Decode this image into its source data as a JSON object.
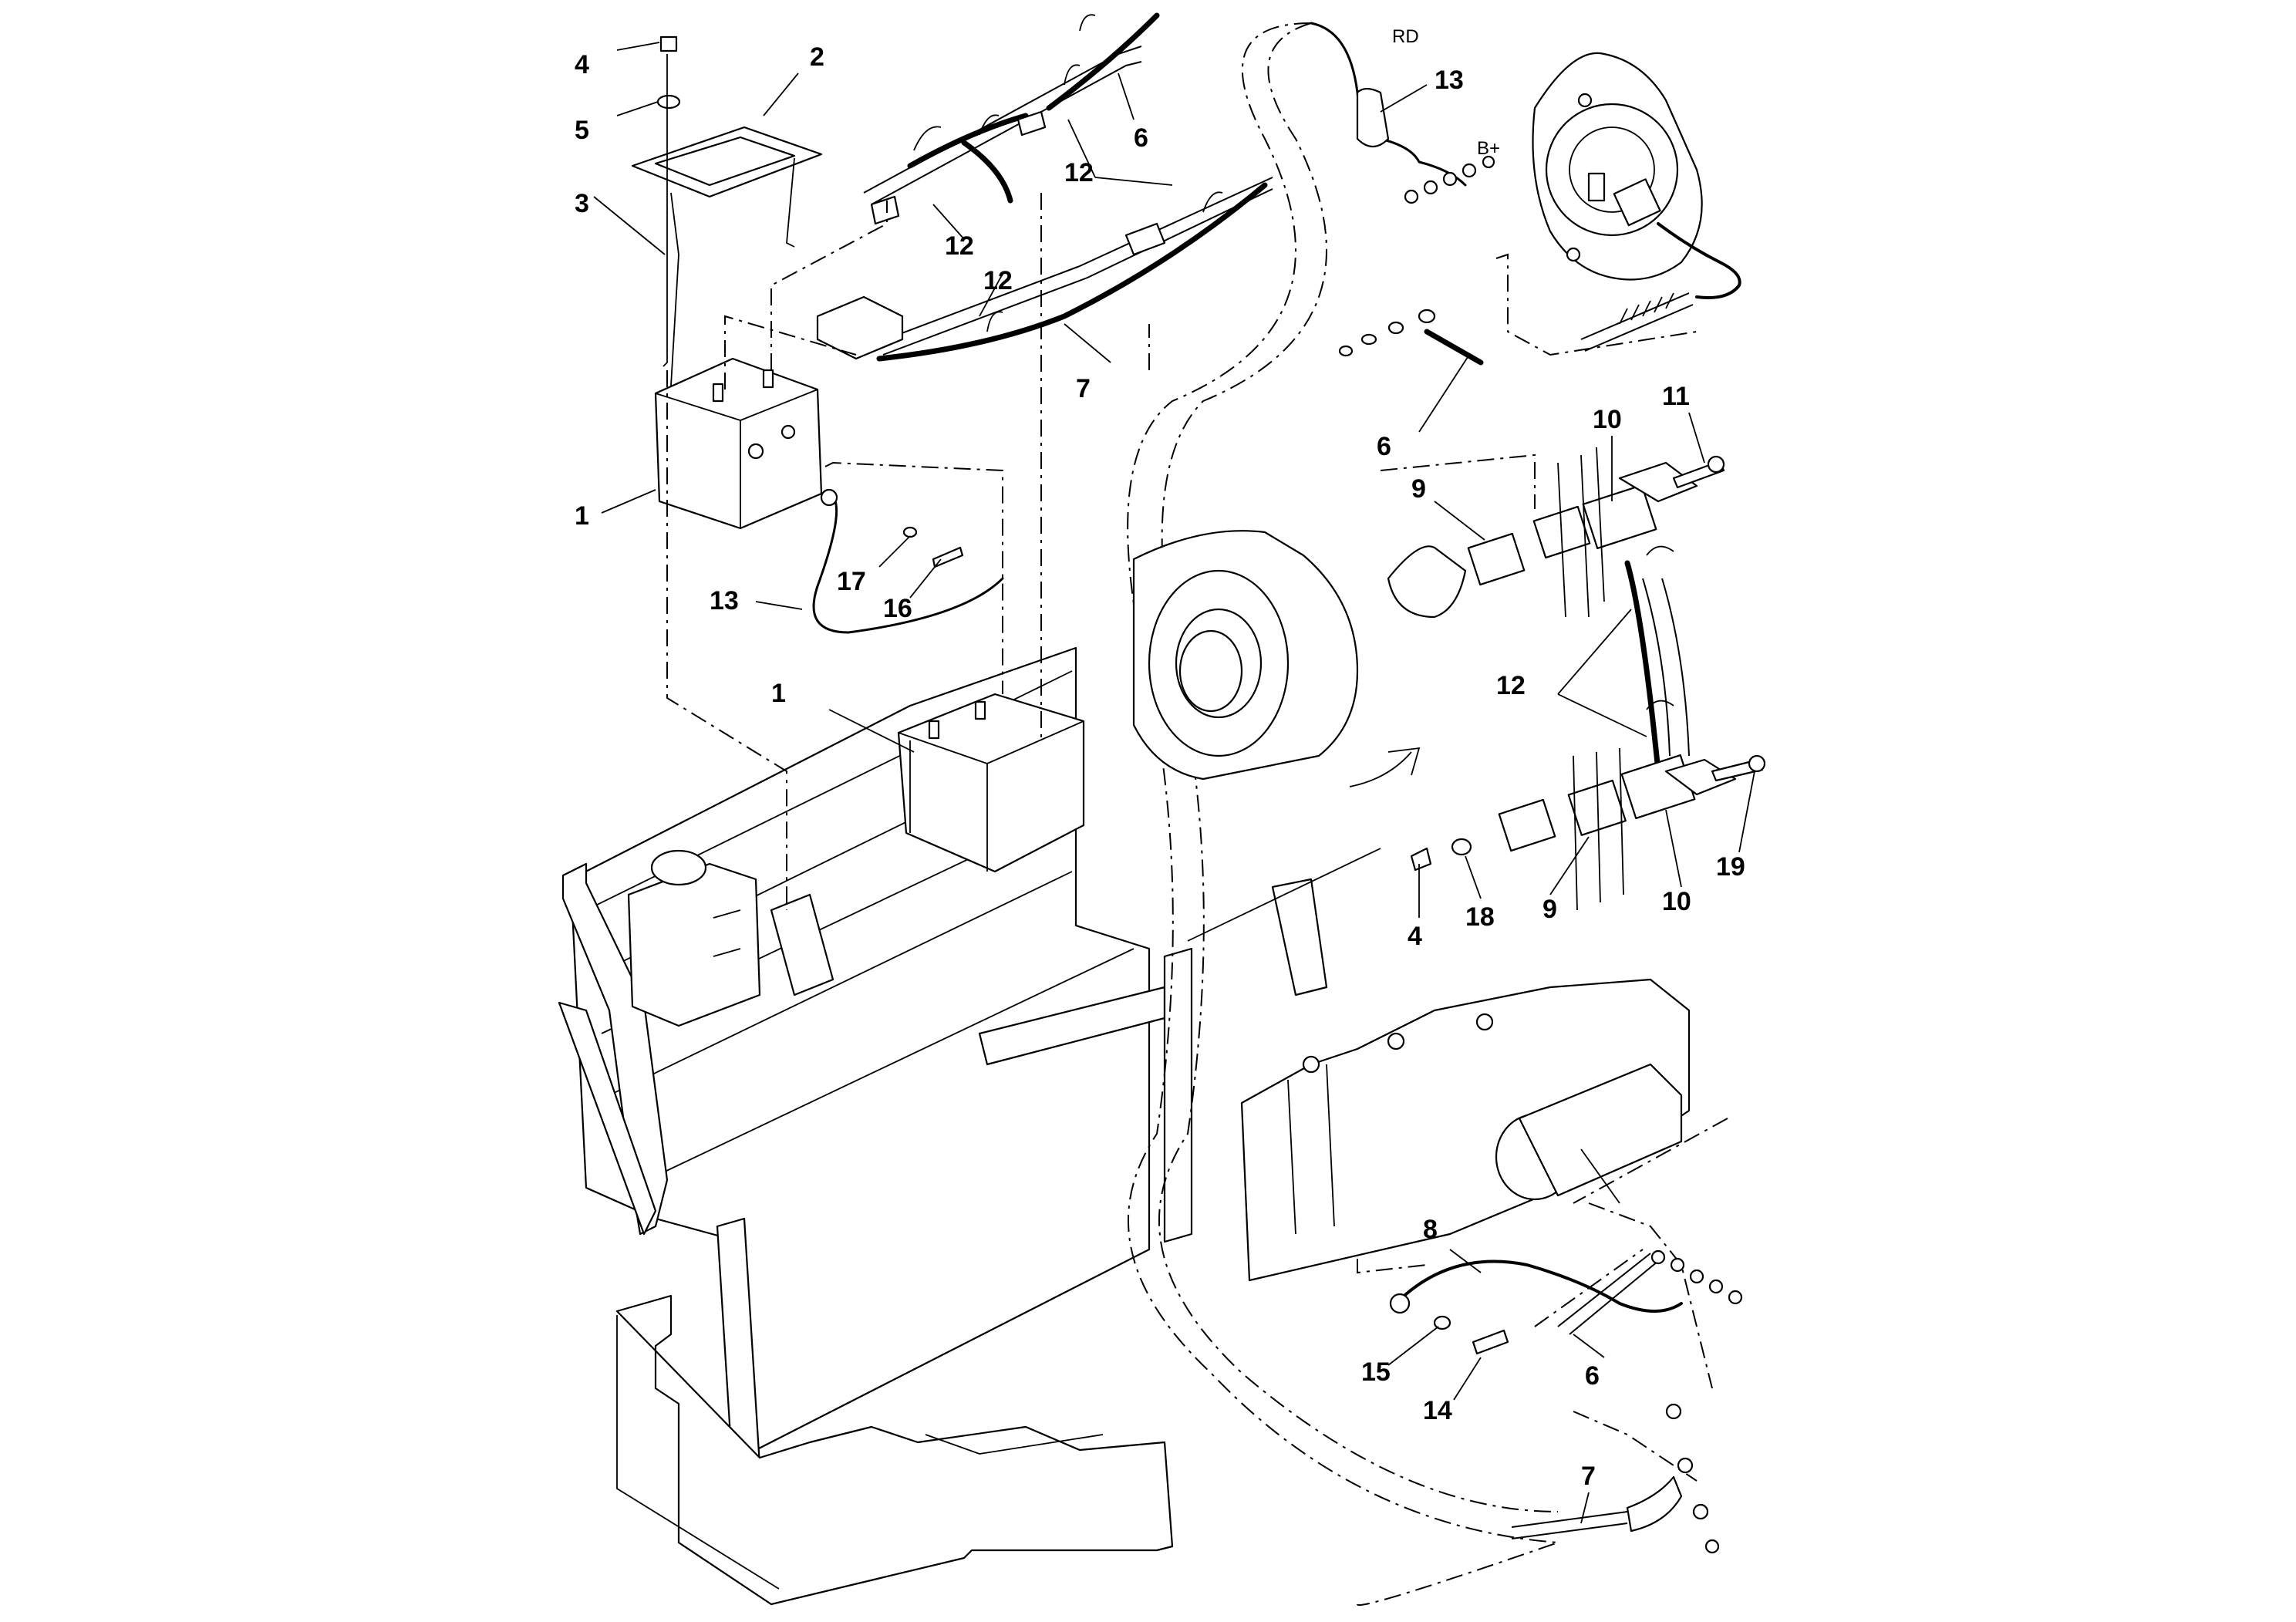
{
  "diagram": {
    "wire_label_rd": "RD",
    "terminal_label_b_plus": "B+",
    "callouts": [
      {
        "id": "c4a",
        "text": "4"
      },
      {
        "id": "c5",
        "text": "5"
      },
      {
        "id": "c2",
        "text": "2"
      },
      {
        "id": "c3",
        "text": "3"
      },
      {
        "id": "c1a",
        "text": "1"
      },
      {
        "id": "c13a",
        "text": "13"
      },
      {
        "id": "c17",
        "text": "17"
      },
      {
        "id": "c16",
        "text": "16"
      },
      {
        "id": "c12a",
        "text": "12"
      },
      {
        "id": "c12b",
        "text": "12"
      },
      {
        "id": "c12c",
        "text": "12"
      },
      {
        "id": "c6a",
        "text": "6"
      },
      {
        "id": "c7a",
        "text": "7"
      },
      {
        "id": "c13b",
        "text": "13"
      },
      {
        "id": "c6b",
        "text": "6"
      },
      {
        "id": "c9a",
        "text": "9"
      },
      {
        "id": "c10a",
        "text": "10"
      },
      {
        "id": "c11",
        "text": "11"
      },
      {
        "id": "c12d",
        "text": "12"
      },
      {
        "id": "c1b",
        "text": "1"
      },
      {
        "id": "c4b",
        "text": "4"
      },
      {
        "id": "c18",
        "text": "18"
      },
      {
        "id": "c9b",
        "text": "9"
      },
      {
        "id": "c10b",
        "text": "10"
      },
      {
        "id": "c19",
        "text": "19"
      },
      {
        "id": "c8",
        "text": "8"
      },
      {
        "id": "c15",
        "text": "15"
      },
      {
        "id": "c14",
        "text": "14"
      },
      {
        "id": "c6c",
        "text": "6"
      },
      {
        "id": "c7b",
        "text": "7"
      }
    ]
  }
}
